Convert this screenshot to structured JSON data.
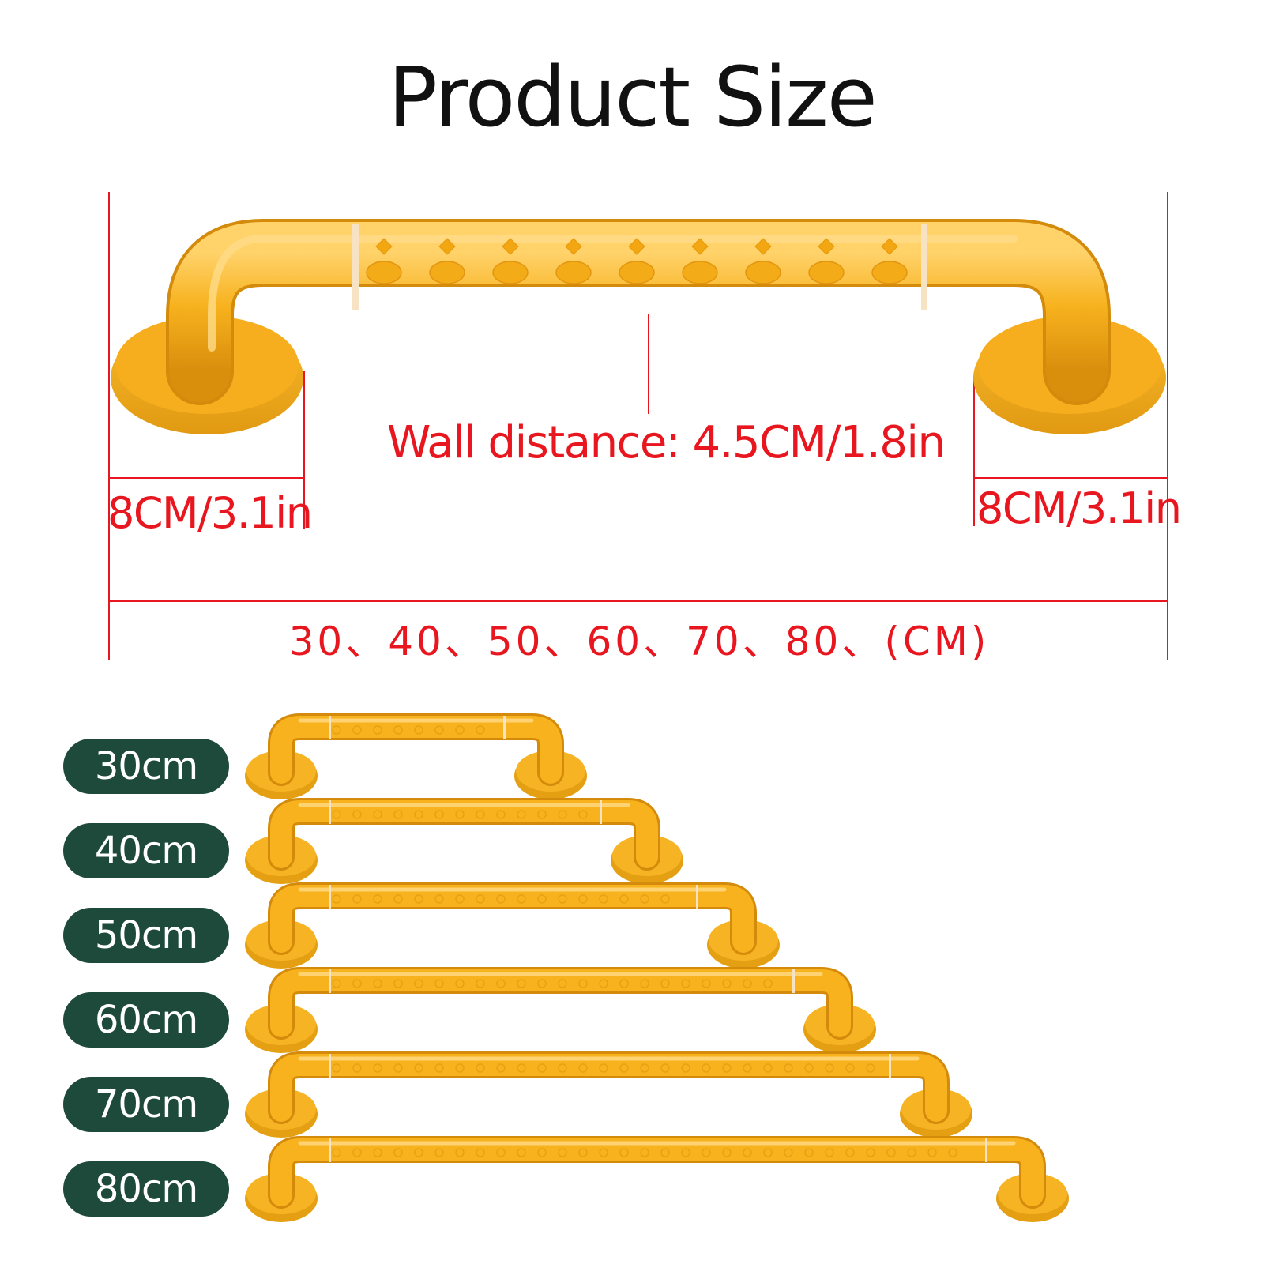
{
  "title": "Product Size",
  "dimensions": {
    "wall_distance": "Wall distance: 4.5CM/1.8in",
    "base_width_left": "8CM/3.1in",
    "base_width_right": "8CM/3.1in",
    "lengths": "30、40、50、60、70、80、(CM)"
  },
  "sizes": [
    {
      "label": "30cm",
      "length_cm": 30
    },
    {
      "label": "40cm",
      "length_cm": 40
    },
    {
      "label": "50cm",
      "length_cm": 50
    },
    {
      "label": "60cm",
      "length_cm": 60
    },
    {
      "label": "70cm",
      "length_cm": 70
    },
    {
      "label": "80cm",
      "length_cm": 80
    }
  ],
  "colors": {
    "bar": "#f7b21e",
    "dimension": "#e8161e",
    "pill": "#1d4a3b"
  }
}
